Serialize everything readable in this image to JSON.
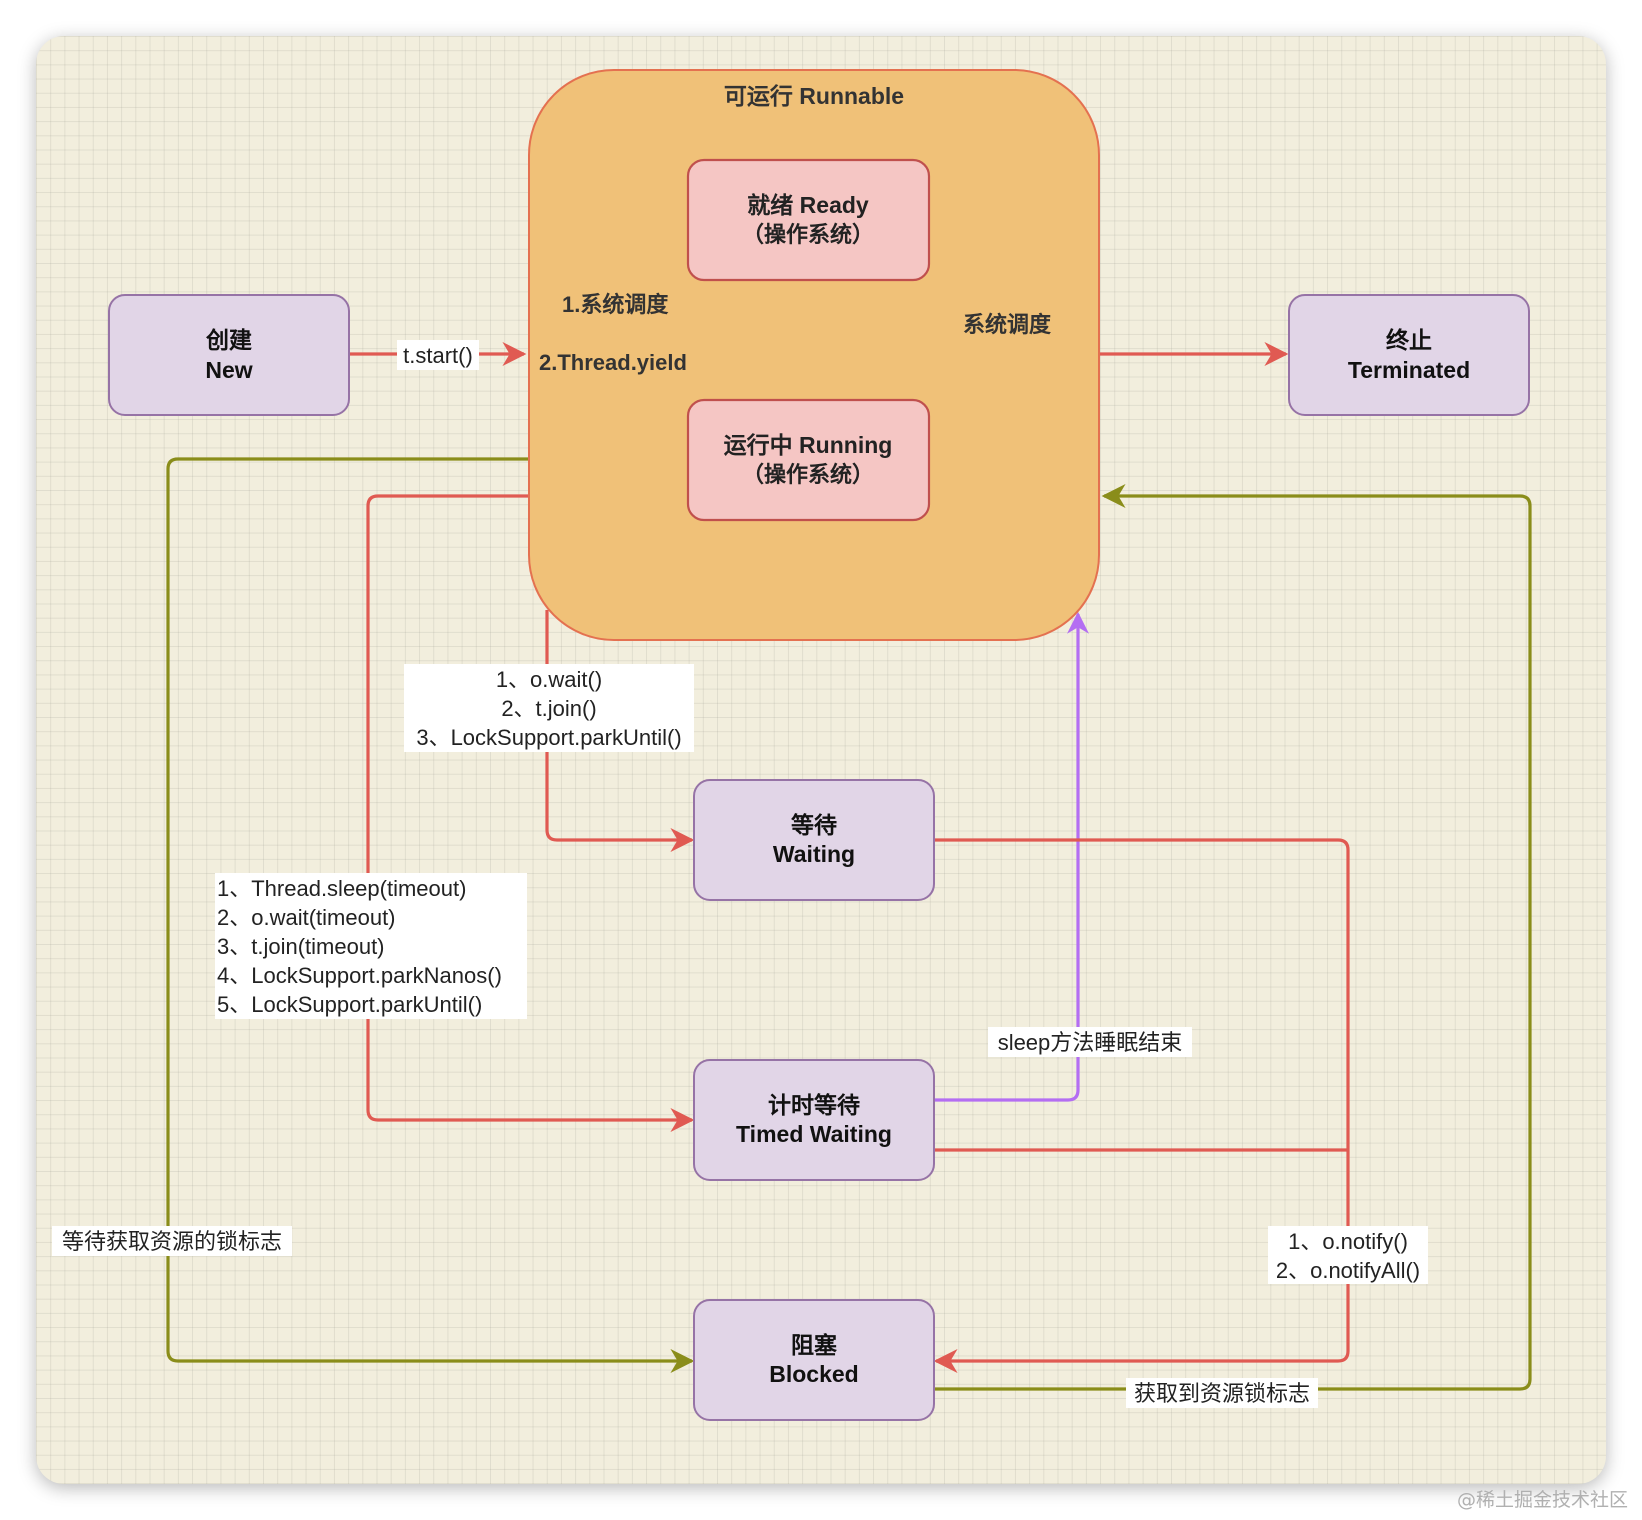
{
  "runnable": {
    "title": "可运行 Runnable"
  },
  "states": {
    "new": {
      "line1": "创建",
      "line2": "New"
    },
    "terminated": {
      "line1": "终止",
      "line2": "Terminated"
    },
    "ready": {
      "line1": "就绪 Ready",
      "line2": "（操作系统）"
    },
    "running": {
      "line1": "运行中 Running",
      "line2": "（操作系统）"
    },
    "waiting": {
      "line1": "等待",
      "line2": "Waiting"
    },
    "timed_waiting": {
      "line1": "计时等待",
      "line2": "Timed Waiting"
    },
    "blocked": {
      "line1": "阻塞",
      "line2": "Blocked"
    }
  },
  "labels": {
    "start": "t.start()",
    "sched_1": "1.系统调度",
    "sched_2": "2.Thread.yield",
    "sched_right": "系统调度",
    "wait_calls": [
      "1、o.wait()",
      "2、t.join()",
      "3、LockSupport.parkUntil()"
    ],
    "timed_calls": [
      "1、Thread.sleep(timeout)",
      "2、o.wait(timeout)",
      "3、t.join(timeout)",
      "4、LockSupport.parkNanos()",
      "5、LockSupport.parkUntil()"
    ],
    "sleep_end": "sleep方法睡眠结束",
    "wait_lock": "等待获取资源的锁标志",
    "notify": [
      "1、o.notify()",
      "2、o.notifyAll()"
    ],
    "got_lock": "获取到资源锁标志"
  },
  "watermark": "@稀土掘金技术社区",
  "colors": {
    "state_fill": "#e1d5e7",
    "state_stroke": "#9673a6",
    "runnable_fill": "#f0c178",
    "runnable_stroke": "#e47150",
    "os_fill": "#f5c6c4",
    "os_stroke": "#c0504d",
    "red_edge": "#e05a52",
    "olive_edge": "#8a8d1a",
    "purple_edge": "#b46ef2"
  }
}
